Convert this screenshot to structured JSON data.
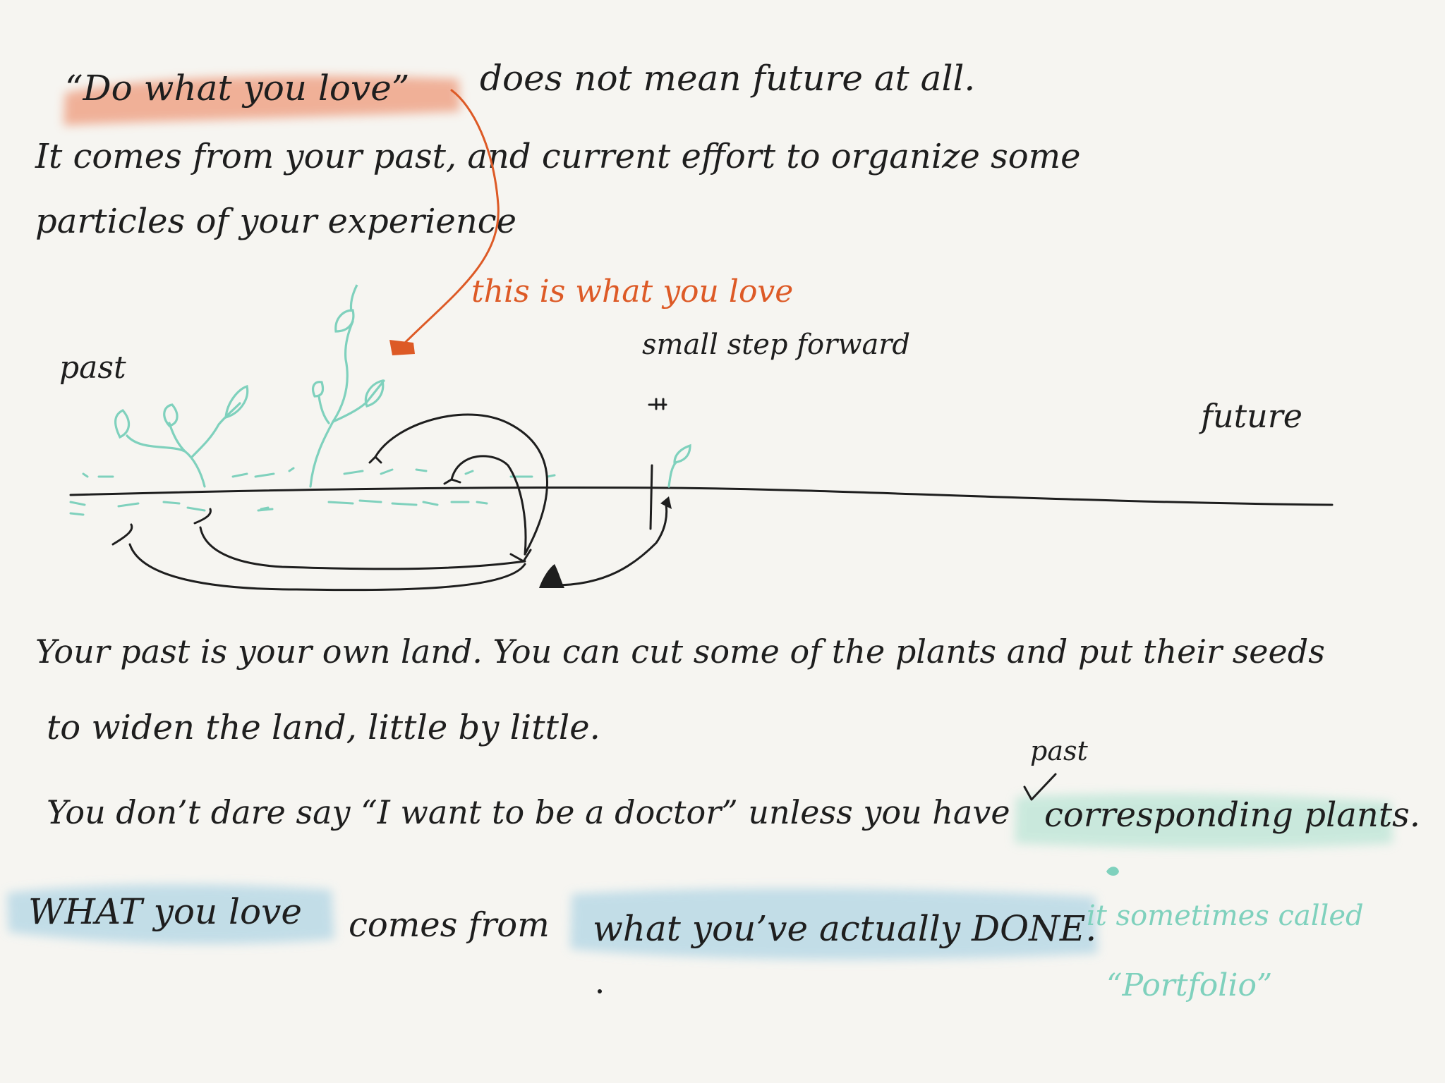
{
  "note": {
    "line1_quote": "“Do what you love”",
    "line1_rest": "does not mean future at all.",
    "line2": "It comes from your past, and current effort to organize some",
    "line3": "particles of your experience",
    "annotation_love": "this is what you love",
    "label_past_left": "past",
    "label_small_step": "small step forward",
    "label_future": "future",
    "para1_line1": "Your past is your own land. You can cut some of the plants and put their seeds",
    "para1_line2": "to widen the land, little by little.",
    "label_past_small": "past",
    "para2_part1": "You don’t dare say “I want to be a doctor” unless you have",
    "para2_part2": "corresponding plants.",
    "final_part1": "WHAT you love",
    "final_part2": "comes from",
    "final_part3": "what you’ve actually DONE.",
    "side_note_line1": "it sometimes called",
    "side_note_line2": "“Portfolio”"
  },
  "colors": {
    "ink": "#1e1e1e",
    "orange_highlight": "#ee9a7a",
    "orange_ink": "#dd5a26",
    "teal_ink": "#7fd1bd",
    "teal_highlight": "#bfe6d8",
    "blue_highlight": "#b9d9e6",
    "paper": "#f6f5f1"
  }
}
